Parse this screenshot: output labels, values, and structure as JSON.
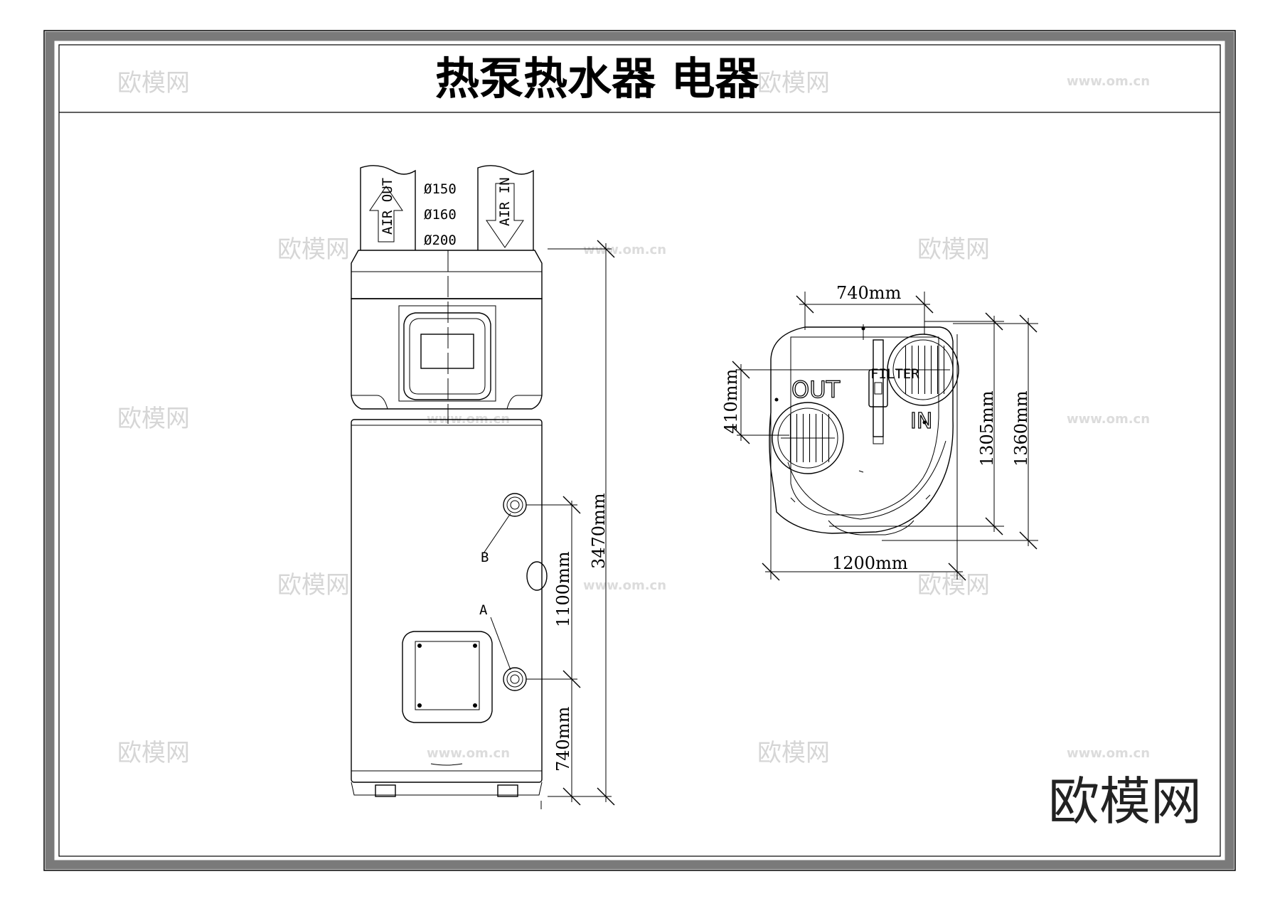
{
  "title": "热泵热水器 电器",
  "brand": "欧模网",
  "watermark": {
    "text": "欧模网",
    "url": "www.om.cn"
  },
  "front_view": {
    "air_out_label": "AIR OUT",
    "air_in_label": "AIR IN",
    "duct_sizes": [
      "Ø150",
      "Ø160",
      "Ø200"
    ],
    "connection_b": "B",
    "connection_a": "A",
    "dim_total_height": "3470mm",
    "dim_between_connections": "1100mm",
    "dim_bottom_to_a": "740mm"
  },
  "top_view": {
    "out_label": "OUT",
    "in_label": "IN",
    "filter_label": "FILTER",
    "dim_top_width": "740mm",
    "dim_bottom_width": "1200mm",
    "dim_left_height": "410mm",
    "dim_right_inner": "1305mm",
    "dim_right_outer": "1360mm"
  }
}
